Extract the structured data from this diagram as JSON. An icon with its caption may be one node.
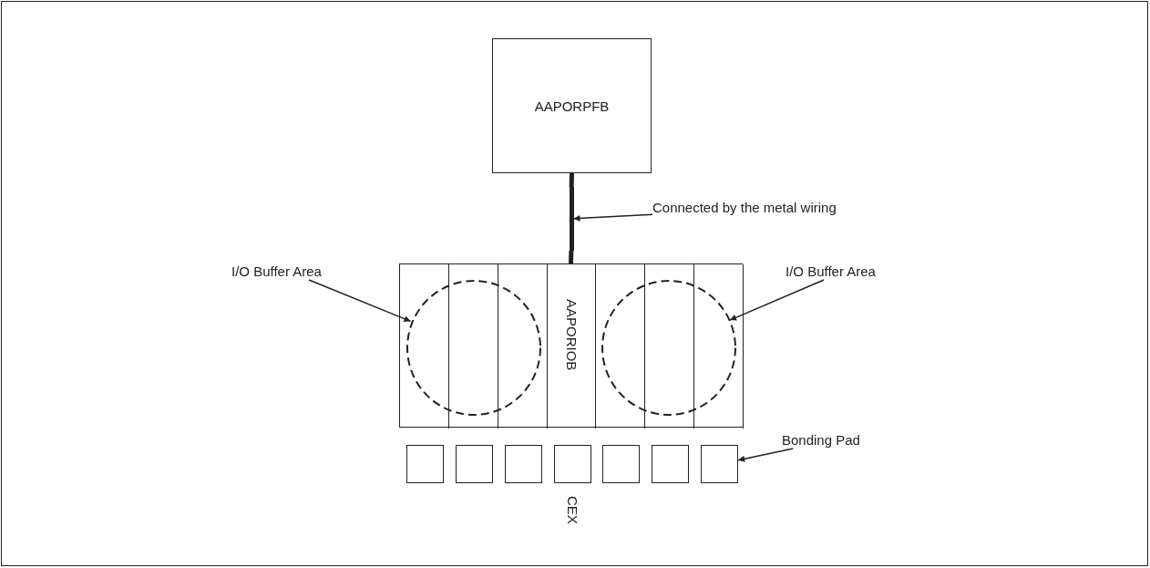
{
  "diagram": {
    "nodes": [
      {
        "text": [
          "AAPORPFB"
        ]
      },
      {
        "text": [
          "Connected by the metal wiring"
        ]
      },
      {
        "text": [
          "I/O Buffer Area"
        ]
      },
      {
        "text": [
          "I/O Buffer Area"
        ]
      },
      {
        "text": [],
        "shape": "box"
      },
      {
        "text": [],
        "shape": "box",
        "in": 4
      },
      {
        "text": [],
        "shape": "box",
        "in": 4
      },
      {
        "text": [],
        "shape": "box",
        "in": 4
      },
      {
        "text": [
          "AAPORIOB"
        ],
        "in": 4
      },
      {
        "text": [],
        "shape": "box",
        "in": 4
      },
      {
        "text": [],
        "shape": "box",
        "in": 4
      },
      {
        "text": [],
        "shape": "box",
        "in": 4
      },
      {
        "text": [],
        "shape": "circle",
        "in": 4
      },
      {
        "text": [],
        "shape": "circle",
        "in": 4
      },
      {
        "text": [
          "Bonding Pad"
        ]
      },
      {
        "text": [],
        "shape": "box"
      },
      {
        "text": [],
        "shape": "box"
      },
      {
        "text": [],
        "shape": "box"
      },
      {
        "text": [],
        "shape": "box",
        "beside": [
          "CEX"
        ]
      },
      {
        "text": [],
        "shape": "box"
      },
      {
        "text": [],
        "shape": "box"
      },
      {
        "text": [],
        "shape": "box"
      },
      {
        "text": [],
        "shape": "bar"
      }
    ],
    "edges": [
      {
        "from": 0,
        "to": 22,
        "arrow": "none",
        "style": "thick"
      },
      {
        "from": 22,
        "to": 8,
        "arrow": "none",
        "style": "thick"
      },
      {
        "from": 1,
        "to": 22,
        "arrow": "to"
      },
      {
        "from": 2,
        "to": 12,
        "arrow": "to"
      },
      {
        "from": 3,
        "to": 13,
        "arrow": "to"
      },
      {
        "from": 14,
        "to": 21,
        "arrow": "to"
      }
    ]
  }
}
